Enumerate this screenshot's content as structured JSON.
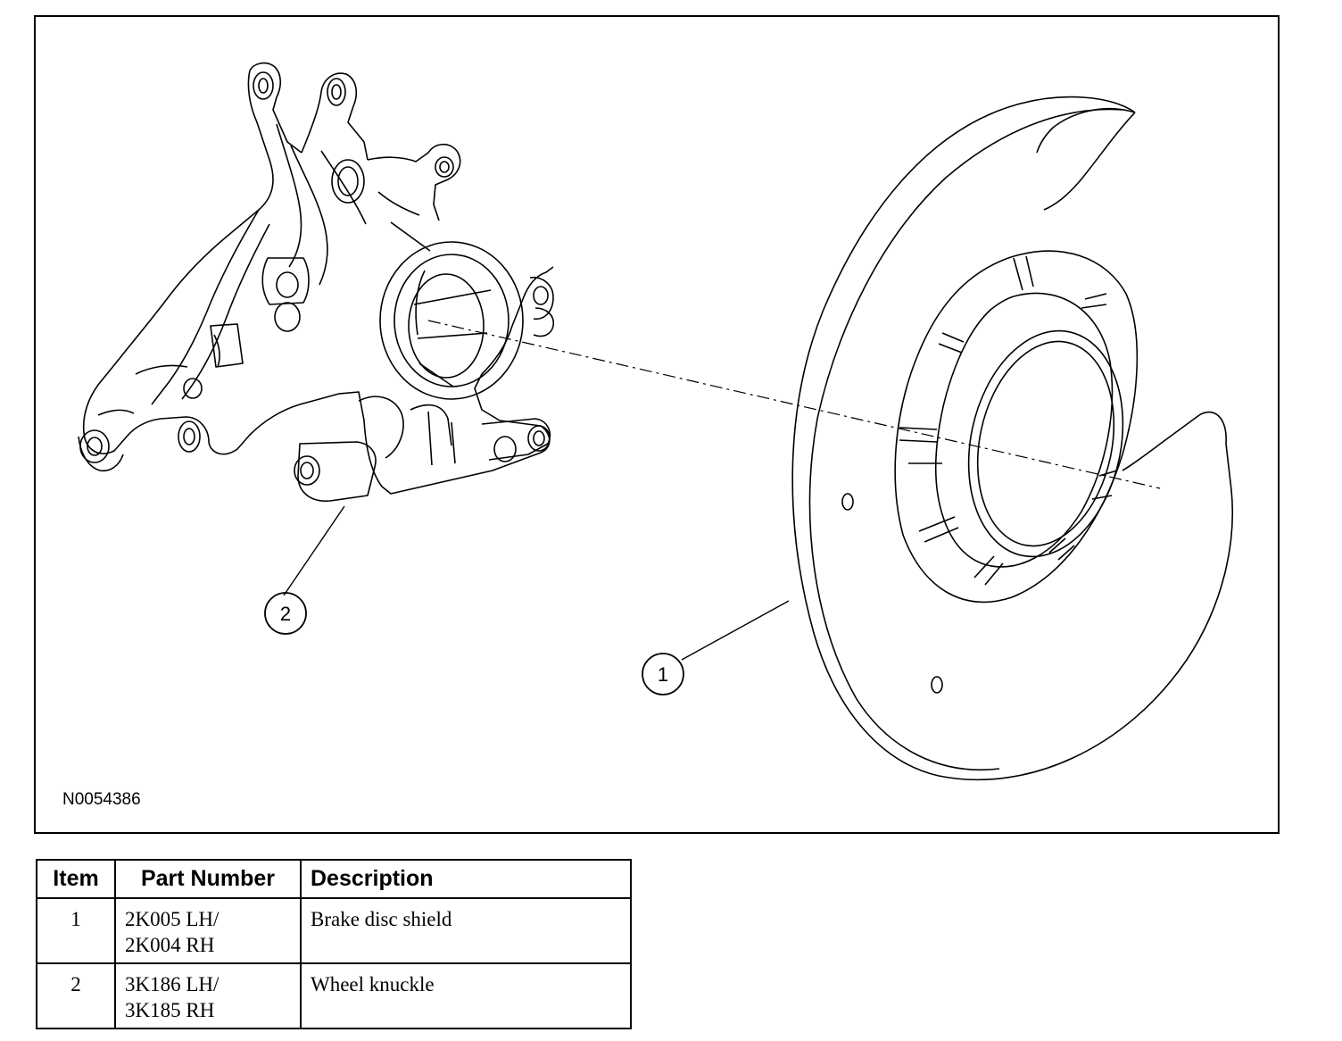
{
  "figure": {
    "id": "N0054386",
    "callouts": [
      "1",
      "2"
    ]
  },
  "table": {
    "headers": [
      "Item",
      "Part Number",
      "Description"
    ],
    "rows": [
      {
        "item": "1",
        "part_line1": "2K005 LH/",
        "part_line2": "2K004 RH",
        "description": "Brake disc shield"
      },
      {
        "item": "2",
        "part_line1": "3K186 LH/",
        "part_line2": "3K185 RH",
        "description": "Wheel knuckle"
      }
    ]
  }
}
